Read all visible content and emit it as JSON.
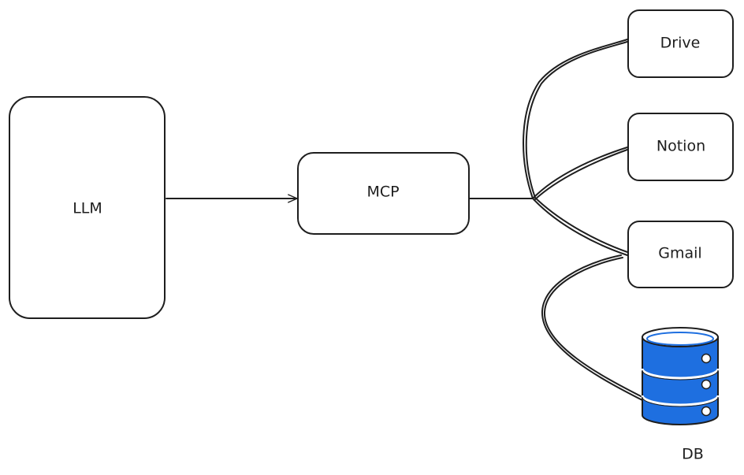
{
  "nodes": {
    "llm": "LLM",
    "mcp": "MCP",
    "drive": "Drive",
    "notion": "Notion",
    "gmail": "Gmail",
    "db": "DB"
  },
  "colors": {
    "stroke": "#1e1e1e",
    "db_fill": "#1e6fe0",
    "db_top": "#ffffff",
    "db_dots": "#ffffff"
  },
  "icons": {
    "db": "database-icon"
  }
}
